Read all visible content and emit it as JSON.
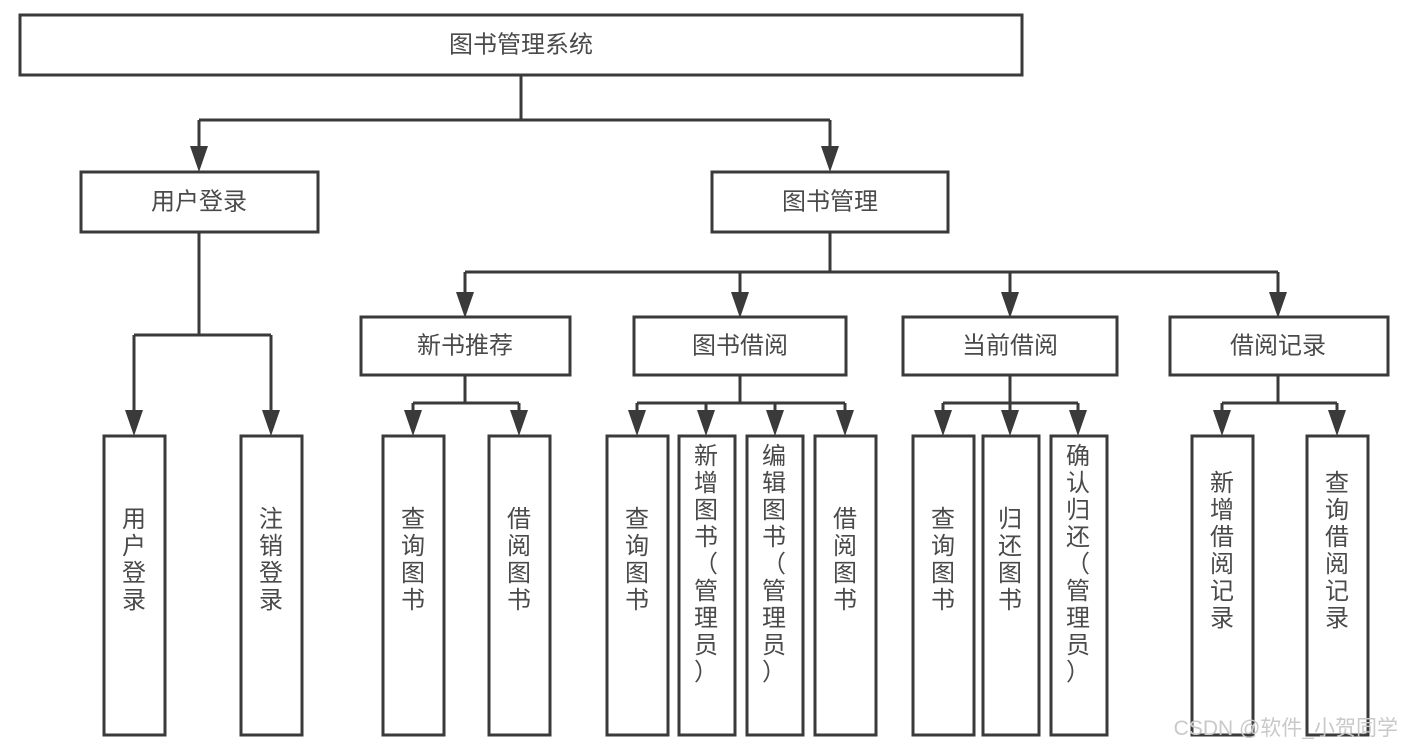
{
  "diagram": {
    "title": "图书管理系统",
    "type": "hierarchy-tree",
    "root": {
      "id": "root",
      "label": "图书管理系统",
      "level": 0
    },
    "level1": [
      {
        "id": "user-login",
        "label": "用户登录",
        "level": 1
      },
      {
        "id": "book-manage",
        "label": "图书管理",
        "level": 1
      }
    ],
    "level2": [
      {
        "id": "new-book-recommend",
        "label": "新书推荐",
        "level": 2,
        "parent": "book-manage"
      },
      {
        "id": "book-borrow",
        "label": "图书借阅",
        "level": 2,
        "parent": "book-manage"
      },
      {
        "id": "current-borrow",
        "label": "当前借阅",
        "level": 2,
        "parent": "book-manage"
      },
      {
        "id": "borrow-record",
        "label": "借阅记录",
        "level": 2,
        "parent": "book-manage"
      }
    ],
    "leaves": [
      {
        "id": "leaf-user-login",
        "label": "用户登录",
        "parent": "user-login"
      },
      {
        "id": "leaf-logout-login",
        "label": "注销登录",
        "parent": "user-login"
      },
      {
        "id": "leaf-query-book-1",
        "label": "查询图书",
        "parent": "new-book-recommend"
      },
      {
        "id": "leaf-borrow-book-1",
        "label": "借阅图书",
        "parent": "new-book-recommend"
      },
      {
        "id": "leaf-query-book-2",
        "label": "查询图书",
        "parent": "book-borrow"
      },
      {
        "id": "leaf-add-book-admin",
        "label": "新增图书（管理员）",
        "parent": "book-borrow"
      },
      {
        "id": "leaf-edit-book-admin",
        "label": "编辑图书（管理员）",
        "parent": "book-borrow"
      },
      {
        "id": "leaf-borrow-book-2",
        "label": "借阅图书",
        "parent": "book-borrow"
      },
      {
        "id": "leaf-query-book-3",
        "label": "查询图书",
        "parent": "current-borrow"
      },
      {
        "id": "leaf-return-book",
        "label": "归还图书",
        "parent": "current-borrow"
      },
      {
        "id": "leaf-confirm-return-admin",
        "label": "确认归还（管理员）",
        "parent": "current-borrow"
      },
      {
        "id": "leaf-add-borrow-record",
        "label": "新增借阅记录",
        "parent": "borrow-record"
      },
      {
        "id": "leaf-query-borrow-record",
        "label": "查询借阅记录",
        "parent": "borrow-record"
      }
    ],
    "watermark": "CSDN @软件_小贺同学",
    "colors": {
      "stroke": "#3a3a3a",
      "text": "#4a4a4a",
      "background": "#ffffff",
      "watermark": "#c9c9c9"
    }
  }
}
